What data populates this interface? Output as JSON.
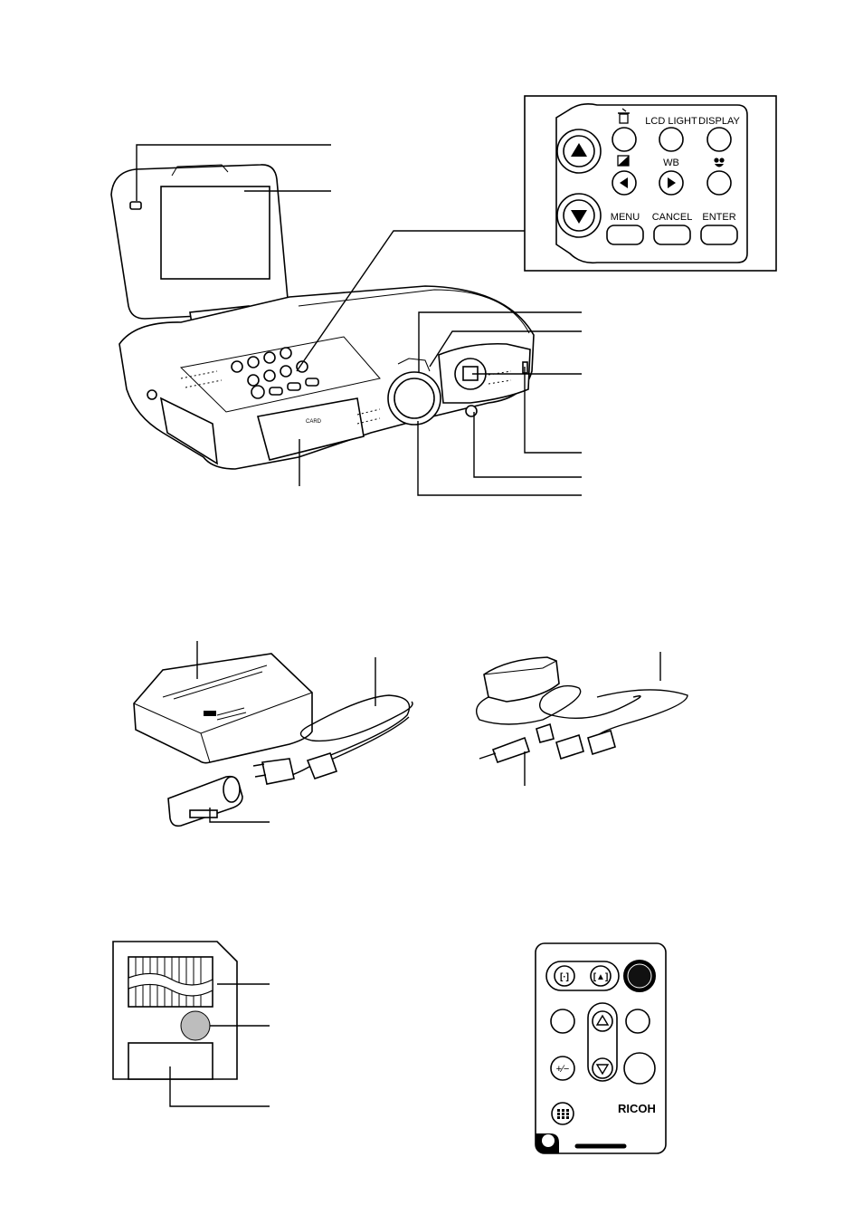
{
  "control_panel": {
    "labels": {
      "lcd_light": "LCD LIGHT",
      "display": "DISPLAY",
      "wb": "WB",
      "menu": "MENU",
      "cancel": "CANCEL",
      "enter": "ENTER"
    },
    "icons": [
      "trash-icon",
      "exposure-icon",
      "macro-icon",
      "up-arrow-icon",
      "down-arrow-icon",
      "left-arrow-icon",
      "right-arrow-icon"
    ]
  },
  "camera": {
    "card_door_text": "CARD"
  },
  "remote": {
    "brand": "RICOH"
  }
}
